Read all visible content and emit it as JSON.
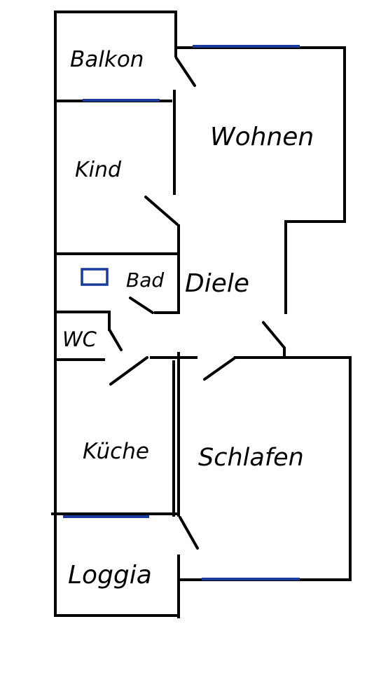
{
  "rooms": {
    "balkon": "Balkon",
    "wohnen": "Wohnen",
    "kind": "Kind",
    "bad": "Bad",
    "diele": "Diele",
    "wc": "WC",
    "kueche": "Küche",
    "schlafen": "Schlafen",
    "loggia": "Loggia"
  },
  "colors": {
    "walls": "#000000",
    "windows": "#1a3a9c",
    "background": "#ffffff"
  }
}
